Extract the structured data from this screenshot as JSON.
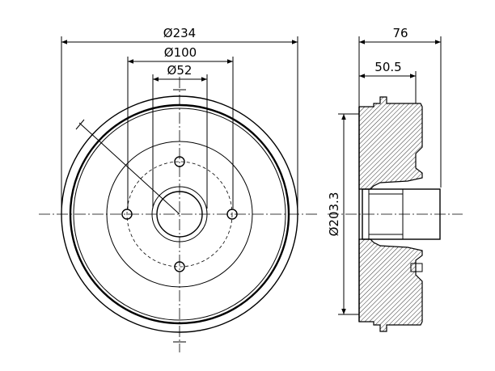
{
  "colors": {
    "line": "#000000",
    "background": "#ffffff",
    "hatch": "#000000"
  },
  "front_view": {
    "dimensions": {
      "outer": "Ø234",
      "bolt_circle": "Ø100",
      "center_bore": "Ø52"
    },
    "bolt_hole_count": 4
  },
  "side_view": {
    "dimensions": {
      "overall_width": "76",
      "hub_width": "50.5",
      "inner_diameter": "Ø203.3"
    }
  }
}
